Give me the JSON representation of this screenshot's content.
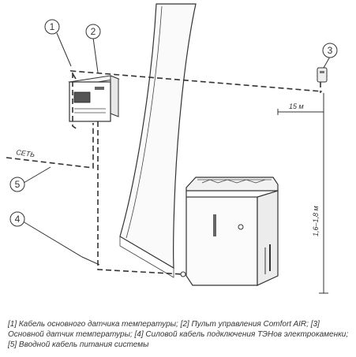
{
  "callouts": [
    {
      "num": "1",
      "label": "Кабель основного датчика температуры"
    },
    {
      "num": "2",
      "label": "Пульт управления Comfort AIR"
    },
    {
      "num": "3",
      "label": "Основной датчик температуры"
    },
    {
      "num": "4",
      "label": "Силовой кабель подключения ТЭНов электрокаменки"
    },
    {
      "num": "5",
      "label": "Вводной кабель питания системы"
    }
  ],
  "labels": {
    "network": "СЕТЬ",
    "distance_horizontal": "15 м",
    "height_vertical": "1,6–1,8 м"
  },
  "caption": "[1] Кабель основного датчика температуры; [2] Пульт управления Comfort AIR; [3] Основной датчик температуры; [4] Силовой кабель подключения ТЭНов электрокаменки; [5] Вводной кабель питания системы"
}
